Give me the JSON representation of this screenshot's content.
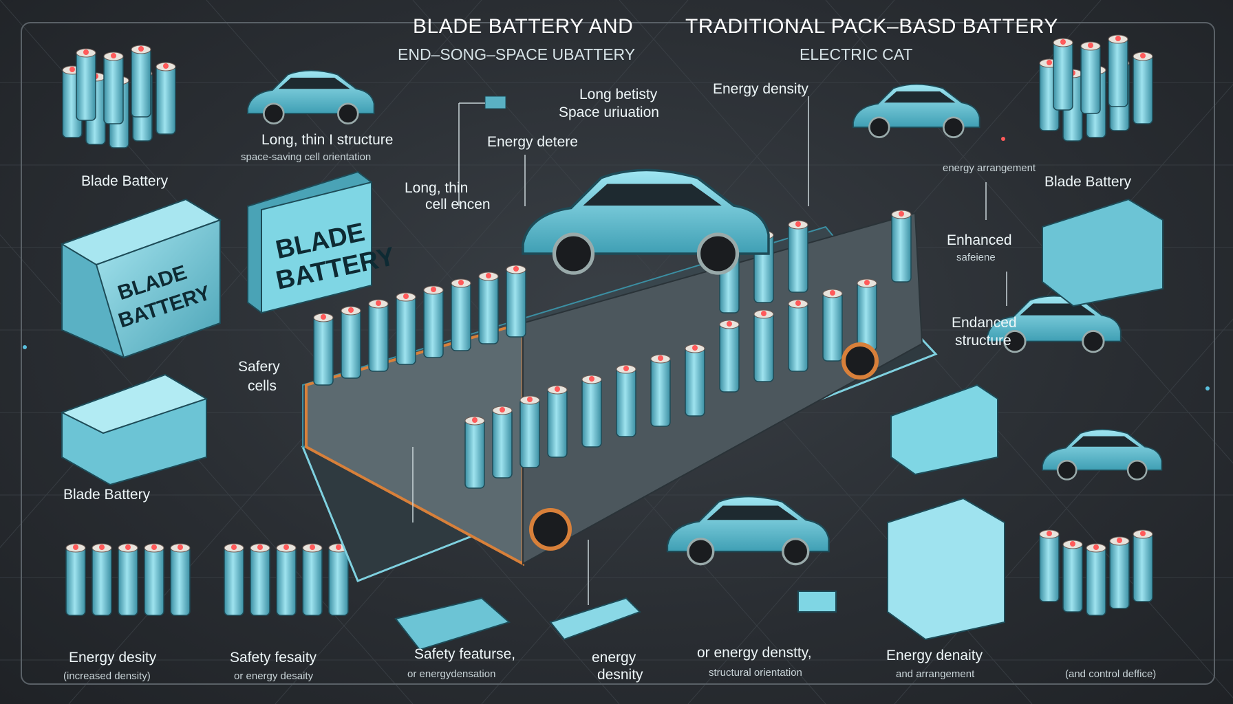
{
  "header": {
    "title_left": "BLADE BATTERY  AND",
    "title_right": "TRADITIONAL PACK–BASD BATTERY",
    "subtitle_left": "END–SONG–SPACE UBATTERY",
    "subtitle_right": "ELECTRIC CAT"
  },
  "labels": {
    "long_thin_structure": "Long, thin I structure",
    "long_thin_sub": "space-saving cell orientation",
    "long_betisty": "Long betisty",
    "space_urivation": "Space uriuation",
    "energy_density_top": "Energy density",
    "energy_detere": "Energy detere",
    "long_thin_cell": "Long, thin",
    "cell_encen": "cell encen",
    "safety_cells_1": "Safery",
    "safety_cells_2": "cells",
    "blade_battery_tl": "Blade Battery",
    "blade_battery_ml": "Blade  Battery",
    "blade_battery_tr": "Blade Battery",
    "blade_box_text_1": "BLADE",
    "blade_box_text_2": "BATTERY",
    "small_box_text_1": "BLADE",
    "small_box_text_2": "BATTERY",
    "enhanced_1": "Enhanced",
    "enhanced_1_sub": "safeiene",
    "enhanced_2": "Endanced",
    "enhanced_2_sub": "structure",
    "right_small_caption": "energy arrangement",
    "bottom": [
      {
        "main": "Energy desity",
        "sub": "(increased density)"
      },
      {
        "main": "Safety fesaity",
        "sub": "or energy desaity"
      },
      {
        "main": "Safety featurse,",
        "sub": "or energydensation"
      },
      {
        "main": "energy",
        "sub": "desnity"
      },
      {
        "main": "or energy denstty,",
        "sub": "structural orientation"
      },
      {
        "main": "Energy denaity",
        "sub": "and arrangement"
      },
      {
        "main": "",
        "sub": "(and control deffice)"
      }
    ]
  },
  "colors": {
    "cell": "#7fd1e0",
    "cell_dark": "#3b8fa3",
    "cap": "#e8e3dc",
    "accent_red": "#ff5a5a",
    "car": "#6fcbdc",
    "copper": "#d8803a",
    "background": "#2c3035"
  },
  "icons": [
    "cell-cluster-icon",
    "car-icon",
    "battery-module-icon",
    "blade-pack-icon"
  ]
}
